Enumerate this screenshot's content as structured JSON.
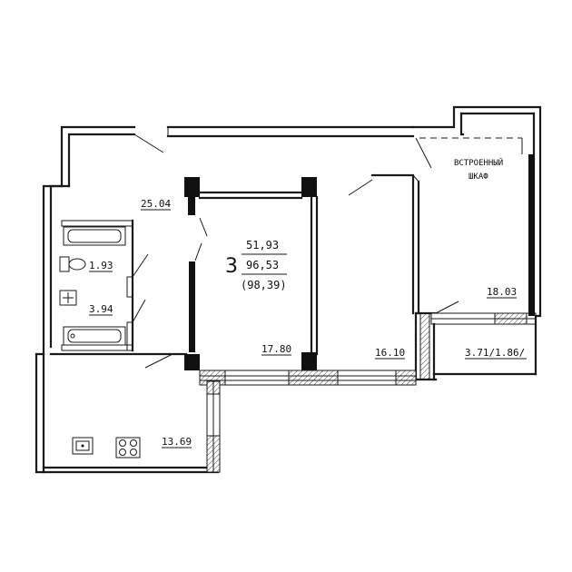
{
  "rooms": {
    "hall": "25.04",
    "wc": "1.93",
    "bath": "3.94",
    "room_center": "17.80",
    "room_right": "16.10",
    "room_far_right": "18.03",
    "loggia": "3.71/1.86/",
    "kitchen": "13.69"
  },
  "summary": {
    "rooms_count": "3",
    "living_area": "51,93",
    "total_area": "96,53",
    "total_area_with_loggia": "(98,39)"
  },
  "wardrobe": {
    "line1": "ВСТРОЕННЫЙ",
    "line2": "ШКАФ"
  }
}
